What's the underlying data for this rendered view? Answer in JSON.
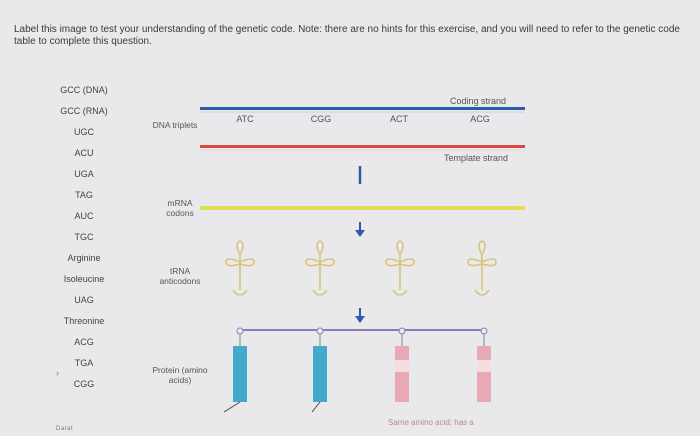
{
  "instructions": "Label this image to test your understanding of the genetic code. Note: there are no hints for this exercise, and you will need to refer to the genetic code table to complete this question.",
  "options": [
    "GCC (DNA)",
    "GCC (RNA)",
    "UGC",
    "ACU",
    "UGA",
    "TAG",
    "AUC",
    "TGC",
    "Arginine",
    "Isoleucine",
    "UAG",
    "Threonine",
    "ACG",
    "TGA",
    "CGG"
  ],
  "rows": {
    "dna_triplets": "DNA triplets",
    "mrna_codons": "mRNA codons",
    "trna_anticodons": "tRNA anticodons",
    "protein": "Protein (amino acids)"
  },
  "coding_strand_label": "Coding strand",
  "template_strand_label": "Template strand",
  "coding_codons": [
    "ATC",
    "CGG",
    "ACT",
    "ACG"
  ],
  "bottom_note": "Same amino acid; has a",
  "bottom_left": "Darat",
  "tiny_mark": "›",
  "colors": {
    "coding_strand": "#2c5aa8",
    "template_strand": "#d9473f",
    "mrna": "#e3de58",
    "protein_blue": "#41a9c9",
    "protein_pink": "#e7a9b6",
    "trna": "#d8c477"
  }
}
